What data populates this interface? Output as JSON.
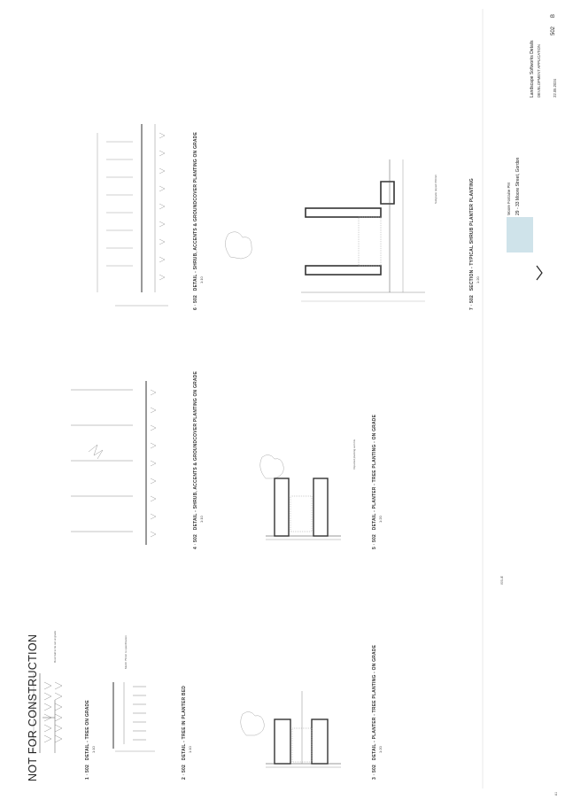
{
  "sheet": {
    "not_for_construction": "NOT FOR CONSTRUCTION",
    "revision_block": "ISSUE",
    "bottom_left_mark": "A1"
  },
  "details": [
    {
      "number": "1",
      "ref": "502",
      "title": "DETAIL - TREE ON GRADE",
      "scale": "1:10"
    },
    {
      "number": "2",
      "ref": "502",
      "title": "DETAIL - TREE IN PLANTER BED",
      "scale": "1:10"
    },
    {
      "number": "3",
      "ref": "502",
      "title": "DETAIL - PLANTER - TREE PLANTING - ON GRADE",
      "scale": "1:20"
    },
    {
      "number": "4",
      "ref": "502",
      "title": "DETAIL - SHRUB, ACCENTS & GROUNDCOVER PLANTING ON GRADE",
      "scale": "1:10"
    },
    {
      "number": "5",
      "ref": "502",
      "title": "DETAIL - PLANTER - TREE PLANTING - ON GRADE",
      "scale": "1:20"
    },
    {
      "number": "6",
      "ref": "502",
      "title": "DETAIL - SHRUB, ACCENTS & GROUNDCOVER PLANTING ON GRADE",
      "scale": "1:10"
    },
    {
      "number": "7",
      "ref": "502",
      "title": "SECTION - TYPICAL SHRUB PLANTER PLANTING",
      "scale": "1:20"
    }
  ],
  "title_block": {
    "firm": "Moore Fontaine PM",
    "address": "29 - 33 Moore Street, Gordon",
    "drawing_title": "Landscape Softworks Details",
    "status": "DEVELOPMENT APPLICATION",
    "drawing_number": "502",
    "revision": "B",
    "date": "22.05.2024"
  },
  "notes": [
    "Root ball to be set at grade",
    "Mulch 75mm to specification",
    "Imported planting soil mix",
    "Subgrade ripped 150mm"
  ]
}
